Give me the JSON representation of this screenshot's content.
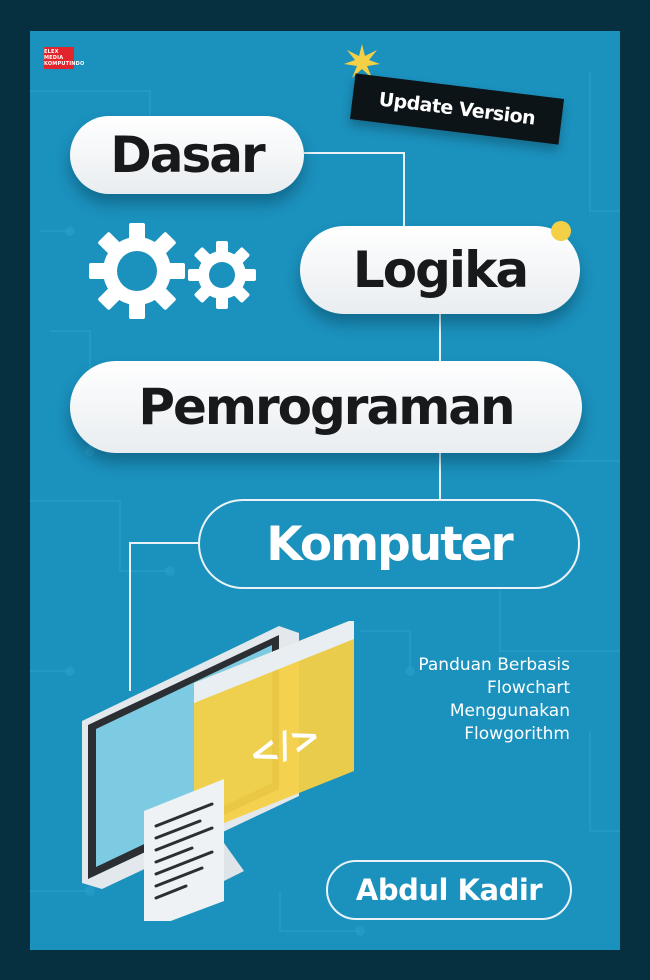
{
  "publisher": {
    "name": "ELEX MEDIA KOMPUTINDO",
    "lines": [
      "ELEX",
      "MEDIA",
      "KOMPUTINDO"
    ],
    "logo_color": "#e2252b"
  },
  "badge": {
    "label": "Update Version"
  },
  "title": {
    "line1": "Dasar",
    "line2": "Logika",
    "line3": "Pemrograman",
    "line4": "Komputer"
  },
  "description": {
    "lines": [
      "Panduan Berbasis",
      "Flowchart",
      "Menggunakan",
      "Flowgorithm"
    ]
  },
  "author": {
    "name": "Abdul Kadir"
  },
  "illustration": {
    "code_symbol": "</>"
  },
  "icons": [
    "star-icon",
    "gear-icon",
    "monitor-icon",
    "code-window-icon",
    "document-icon"
  ],
  "colors": {
    "background": "#1b91bd",
    "frame": "#06303f",
    "pill": "#ffffff",
    "badge": "#0d1418",
    "accent_yellow": "#f4d046",
    "monitor_screen": "#7ccbe3"
  }
}
